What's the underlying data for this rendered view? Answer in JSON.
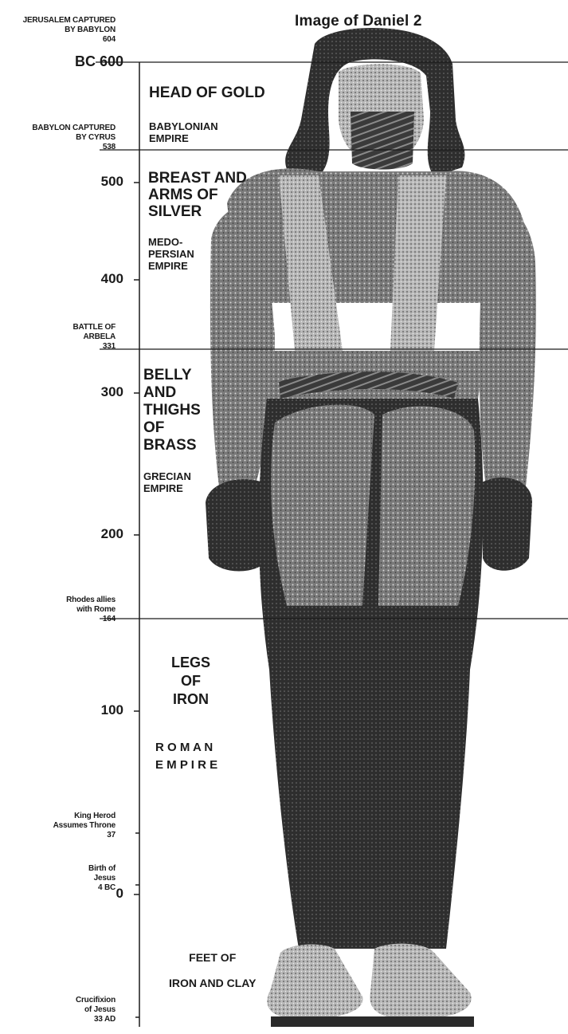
{
  "title": "Image of Daniel 2",
  "events": [
    {
      "label": "JERUSALEM CAPTURED\nBY BABYLON",
      "year": "604"
    },
    {
      "label": "BABYLON CAPTURED\nBY CYRUS",
      "year": "538"
    },
    {
      "label": "BATTLE OF\nARBELA",
      "year": "331"
    },
    {
      "label": "Rhodes allies\nwith Rome",
      "year": "164"
    },
    {
      "label": "King Herod\nAssumes Throne",
      "year": "37"
    },
    {
      "label": "Birth of\nJesus",
      "year": "4 BC"
    },
    {
      "label": "Crucifixion\nof Jesus",
      "year": "33 AD"
    }
  ],
  "ticks": [
    "BC 600",
    "500",
    "400",
    "300",
    "200",
    "100",
    "0"
  ],
  "sections": [
    {
      "name": "HEAD OF GOLD",
      "empire": "BABYLONIAN\nEMPIRE"
    },
    {
      "name": "BREAST AND\nARMS OF\nSILVER",
      "empire": "MEDO-\nPERSIAN\nEMPIRE"
    },
    {
      "name": "BELLY\n  AND\nTHIGHS\n  OF\nBRASS",
      "empire": "GRECIAN\nEMPIRE"
    },
    {
      "name": "LEGS\nOF\nIRON",
      "empire": "R O M A N\nE M P I R E"
    },
    {
      "name": "FEET OF\nIRON AND CLAY",
      "empire": ""
    }
  ],
  "colors": {
    "ink": "#1a1a1a",
    "statue_dark": "#2a2a2a",
    "statue_mid": "#6a6a6a",
    "statue_light": "#bdbdbd"
  }
}
